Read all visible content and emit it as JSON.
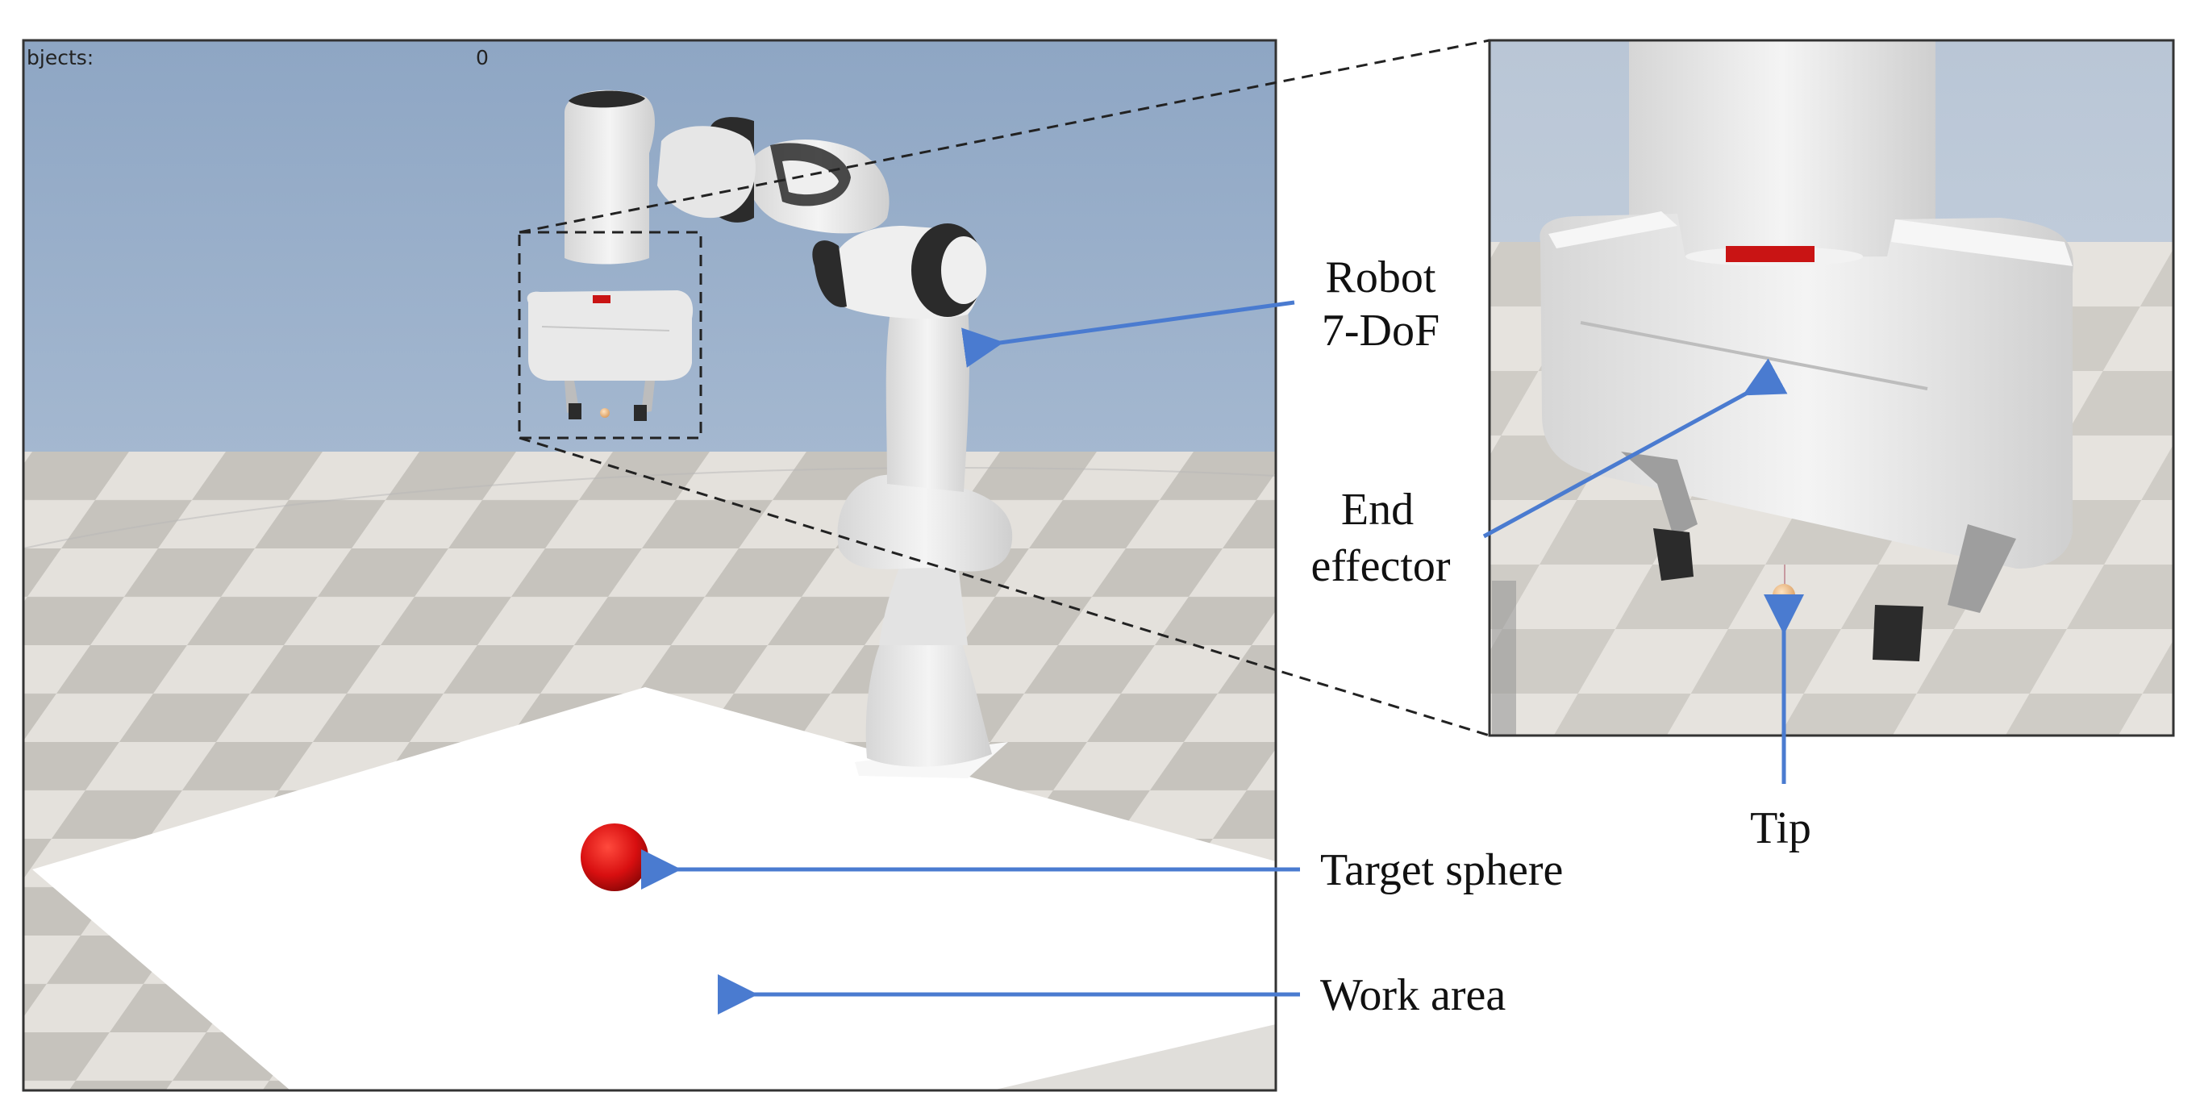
{
  "scene": {
    "counter_label": "bjects:",
    "counter_value": "0"
  },
  "annotations": {
    "robot_line1": "Robot",
    "robot_line2": "7-DoF",
    "end_effector_line1": "End",
    "end_effector_line2": "effector",
    "tip": "Tip",
    "target_sphere": "Target sphere",
    "work_area": "Work area"
  },
  "colors": {
    "arrow": "#4a7bd0",
    "sky_top": "#8ea6c4",
    "sky_bottom": "#c5d2e2",
    "floor_light": "#e4e1dc",
    "floor_dark": "#c6c3bd",
    "robot_white": "#ececec",
    "robot_black": "#2b2b2b",
    "target": "#d80f10",
    "tip": "#f0c08e"
  }
}
